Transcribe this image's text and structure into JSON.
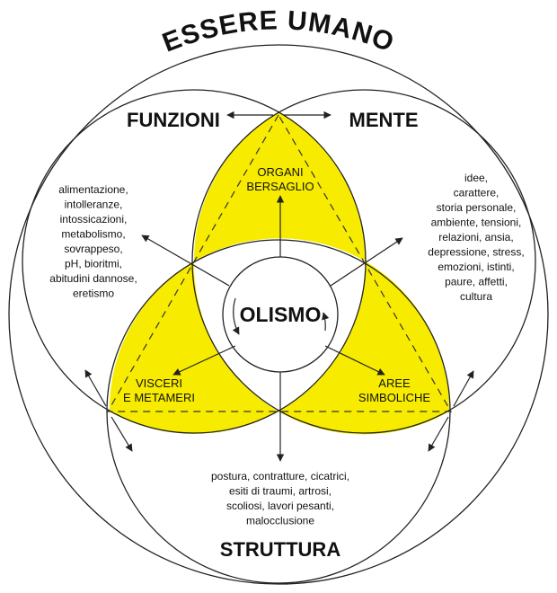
{
  "title": "ESSERE UMANO",
  "circles": {
    "funzioni": "FUNZIONI",
    "mente": "MENTE",
    "struttura": "STRUTTURA"
  },
  "center": "OLISMO",
  "organi": [
    "ORGANI",
    "BERSAGLIO"
  ],
  "visceri": [
    "VISCERI",
    "E METAMERI"
  ],
  "aree": [
    "AREE",
    "SIMBOLICHE"
  ],
  "funzioni_list": [
    "alimentazione,",
    "intolleranze,",
    "intossicazioni,",
    "metabolismo,",
    "sovrappeso,",
    "pH, bioritmi,",
    "abitudini dannose,",
    "eretismo"
  ],
  "mente_list": [
    "idee,",
    "carattere,",
    "storia personale,",
    "ambiente, tensioni,",
    "relazioni, ansia,",
    "depressione, stress,",
    "emozioni, istinti,",
    "paure, affetti,",
    "cultura"
  ],
  "struttura_list": [
    "postura, contratture, cicatrici,",
    "esiti di traumi, artrosi,",
    "scoliosi, lavori pesanti,",
    "malocclusione"
  ],
  "colors": {
    "fill": "#f7ec00",
    "stroke": "#222222"
  }
}
